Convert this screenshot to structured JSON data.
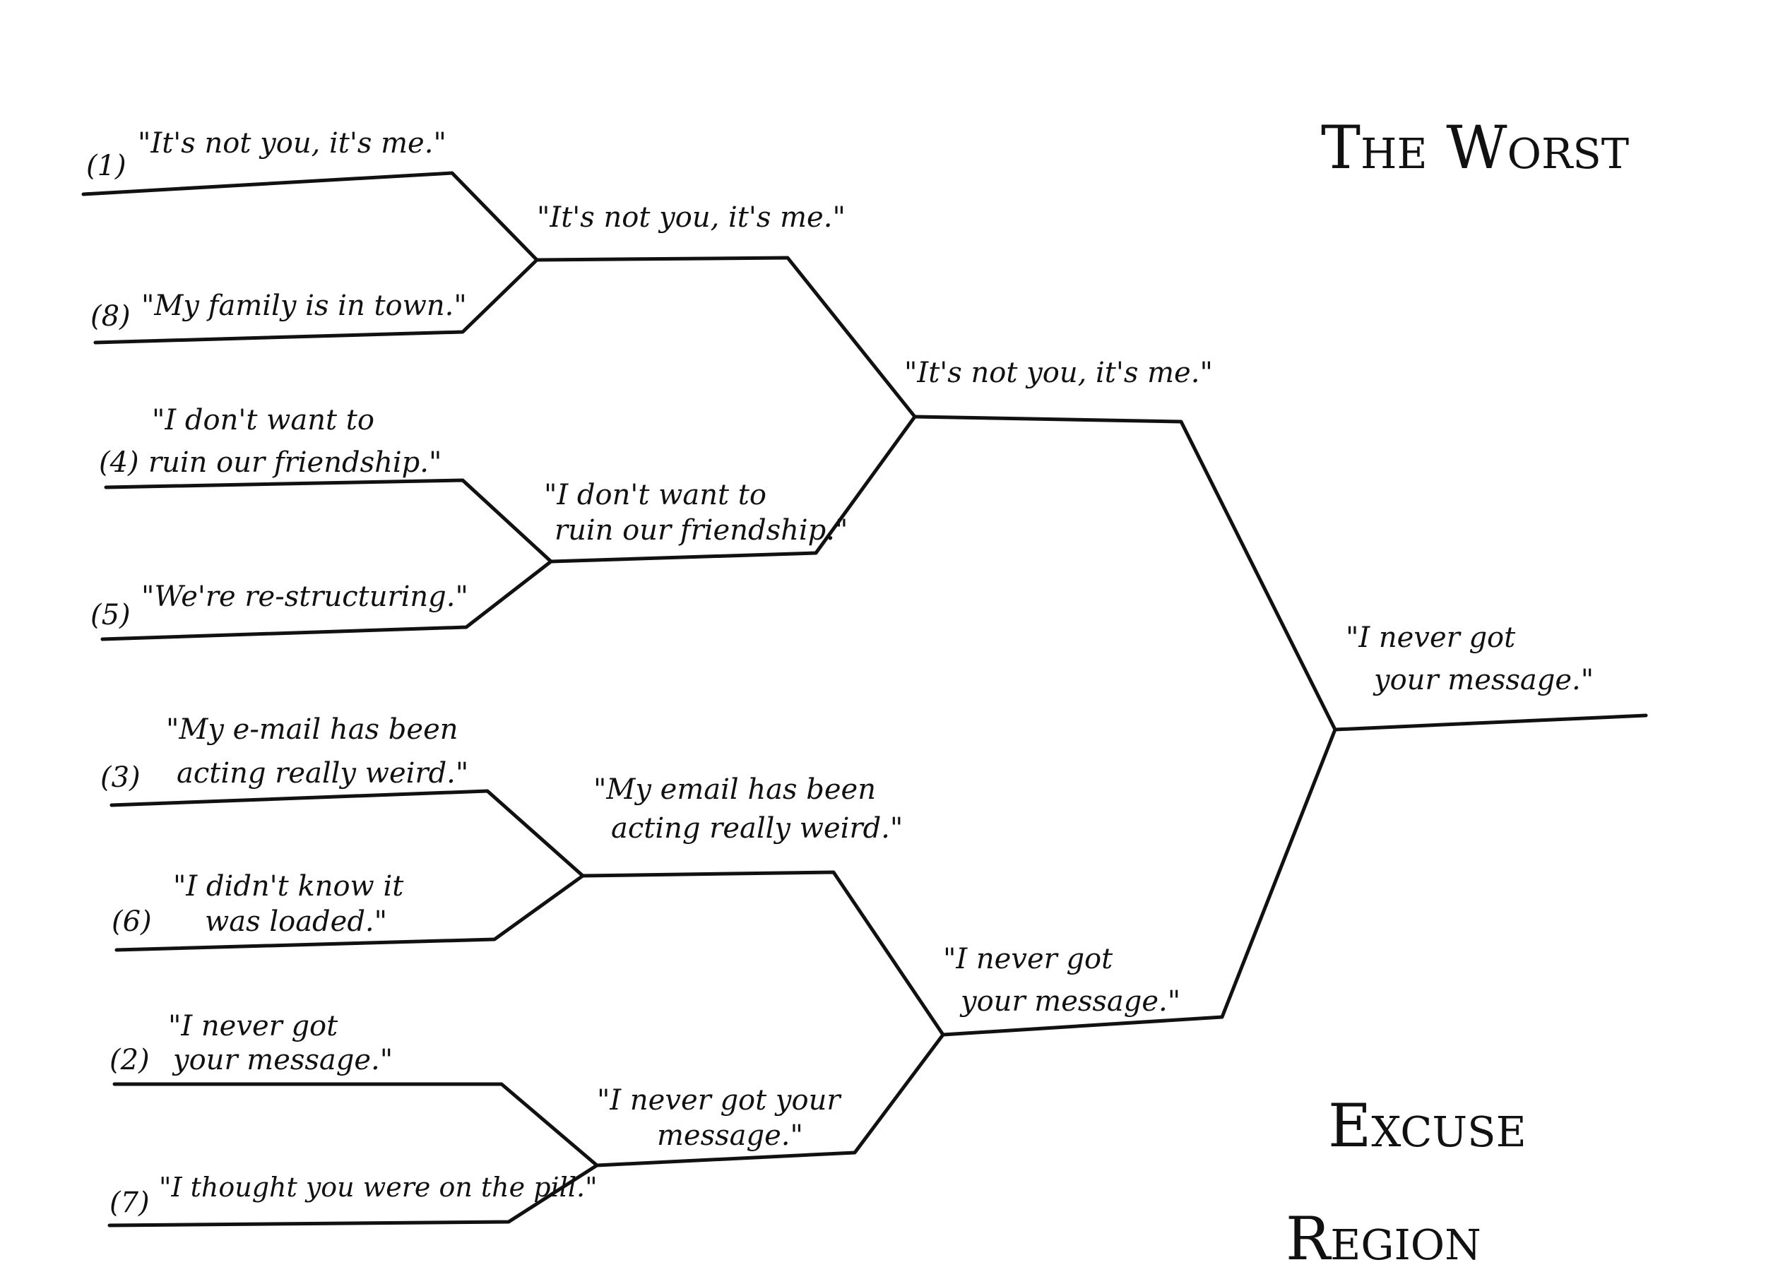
{
  "title": {
    "line1": "The Worst",
    "line2": "Excuse",
    "line3": "Region"
  },
  "round1": [
    {
      "seed": "(1)",
      "text": "\"It's not you, it's me.\""
    },
    {
      "seed": "(8)",
      "text": "\"My family is in town.\""
    },
    {
      "seed": "(4)",
      "text_line1": "\"I don't want to",
      "text_line2": "ruin our friendship.\""
    },
    {
      "seed": "(5)",
      "text": "\"We're re-structuring.\""
    },
    {
      "seed": "(3)",
      "text_line1": "\"My e-mail has been",
      "text_line2": "acting really weird.\""
    },
    {
      "seed": "(6)",
      "text_line1": "\"I didn't know it",
      "text_line2": "was loaded.\""
    },
    {
      "seed": "(2)",
      "text_line1": "\"I never got",
      "text_line2": "your message.\""
    },
    {
      "seed": "(7)",
      "text": "\"I thought you were on the pill.\""
    }
  ],
  "round2": [
    {
      "text": "\"It's not you, it's me.\""
    },
    {
      "text_line1": "\"I don't want to",
      "text_line2": "ruin our friendship.\""
    },
    {
      "text_line1": "\"My email has been",
      "text_line2": "acting really weird.\""
    },
    {
      "text_line1": "\"I never got your",
      "text_line2": "message.\""
    }
  ],
  "round3": [
    {
      "text": "\"It's not you, it's me.\""
    },
    {
      "text_line1": "\"I never got",
      "text_line2": "your message.\""
    }
  ],
  "winner": {
    "text_line1": "\"I never got",
    "text_line2": "your message.\""
  }
}
